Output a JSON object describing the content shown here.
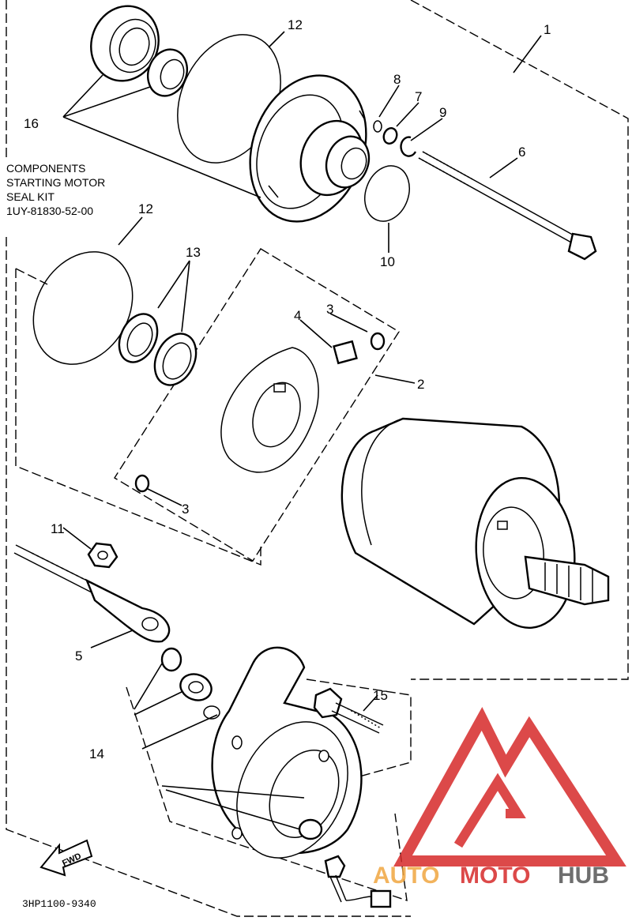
{
  "diagram": {
    "kit_label": [
      "COMPONENTS",
      "STARTING MOTOR",
      "SEAL KIT",
      "1UY-81830-52-00"
    ],
    "figure_code": "3HP1100-9340",
    "fwd_label": "FWD",
    "callouts": {
      "c1": "1",
      "c2": "2",
      "c3a": "3",
      "c3b": "3",
      "c4": "4",
      "c5": "5",
      "c6": "6",
      "c7": "7",
      "c8": "8",
      "c9": "9",
      "c10": "10",
      "c11": "11",
      "c12a": "12",
      "c12b": "12",
      "c13": "13",
      "c14": "14",
      "c15": "15",
      "c16": "16"
    },
    "watermark": {
      "auto": "AUTO",
      "moto": "MOTO",
      "hub": "HUB"
    }
  },
  "colors": {
    "line": "#000000",
    "watermark_red": "#d62a2a",
    "watermark_orange": "#f0a640",
    "watermark_gray": "#555555"
  }
}
